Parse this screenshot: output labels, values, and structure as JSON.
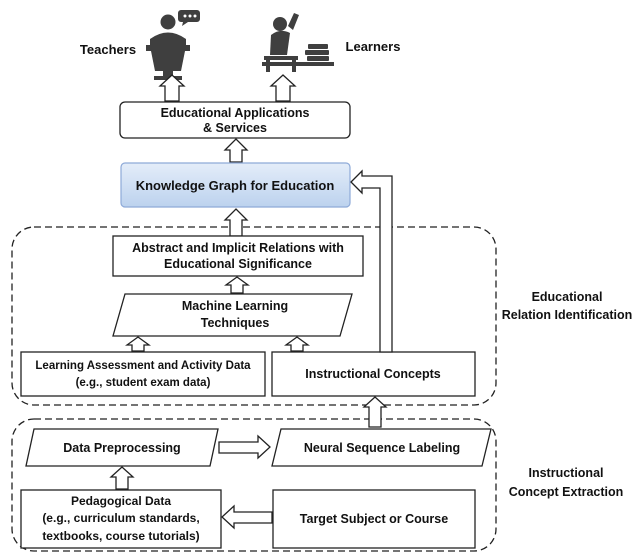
{
  "actors": {
    "teachers": "Teachers",
    "learners": "Learners"
  },
  "boxes": {
    "applications": [
      "Educational Applications",
      "& Services"
    ],
    "knowledge_graph": "Knowledge Graph for Education",
    "abstract_relations": [
      "Abstract and Implicit Relations with",
      "Educational Significance"
    ],
    "machine_learning": [
      "Machine Learning",
      "Techniques"
    ],
    "learning_assessment": [
      "Learning Assessment and Activity Data",
      "(e.g., student exam data)"
    ],
    "instructional_concepts": "Instructional Concepts",
    "data_preprocessing": "Data Preprocessing",
    "neural_sequence": "Neural Sequence Labeling",
    "pedagogical_data": [
      "Pedagogical Data",
      "(e.g., curriculum standards,",
      "textbooks, course tutorials)"
    ],
    "target_subject": "Target Subject or Course"
  },
  "groups": {
    "relation_identification": [
      "Educational",
      "Relation Identification"
    ],
    "concept_extraction": [
      "Instructional",
      "Concept Extraction"
    ]
  },
  "colors": {
    "knowledge_graph_fill_top": "#e4edf9",
    "knowledge_graph_fill_bottom": "#bcd2ee",
    "knowledge_graph_border": "#8eaad8",
    "icon": "#3f3f3f"
  }
}
